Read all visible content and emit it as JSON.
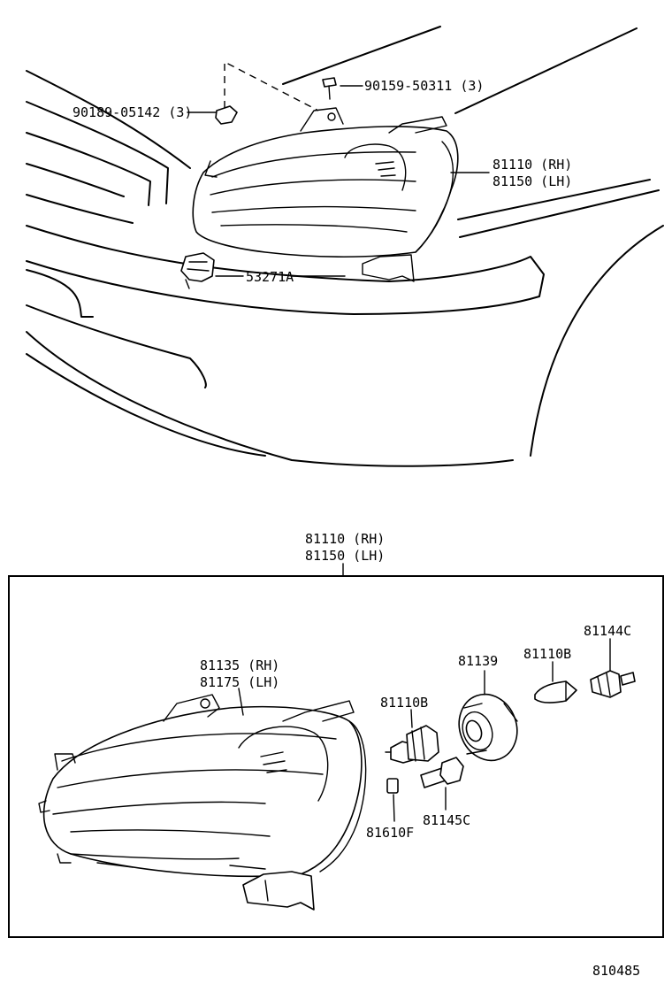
{
  "callouts": {
    "clip_upper": "90189-05142 (3)",
    "screw_upper": "90159-50311 (3)",
    "headlamp_rh": "81110 (RH)",
    "headlamp_lh": "81150 (LH)",
    "socket": "53271A",
    "assembly_rh": "81110 (RH)",
    "assembly_lh": "81150 (LH)",
    "housing_rh": "81135 (RH)",
    "housing_lh": "81175 (LH)",
    "bulb_main": "81110B",
    "cover": "81139",
    "bulb_small": "81110B",
    "socket_small": "81144C",
    "socket_main": "81145C",
    "cap": "81610F"
  },
  "figure_number": "810485"
}
